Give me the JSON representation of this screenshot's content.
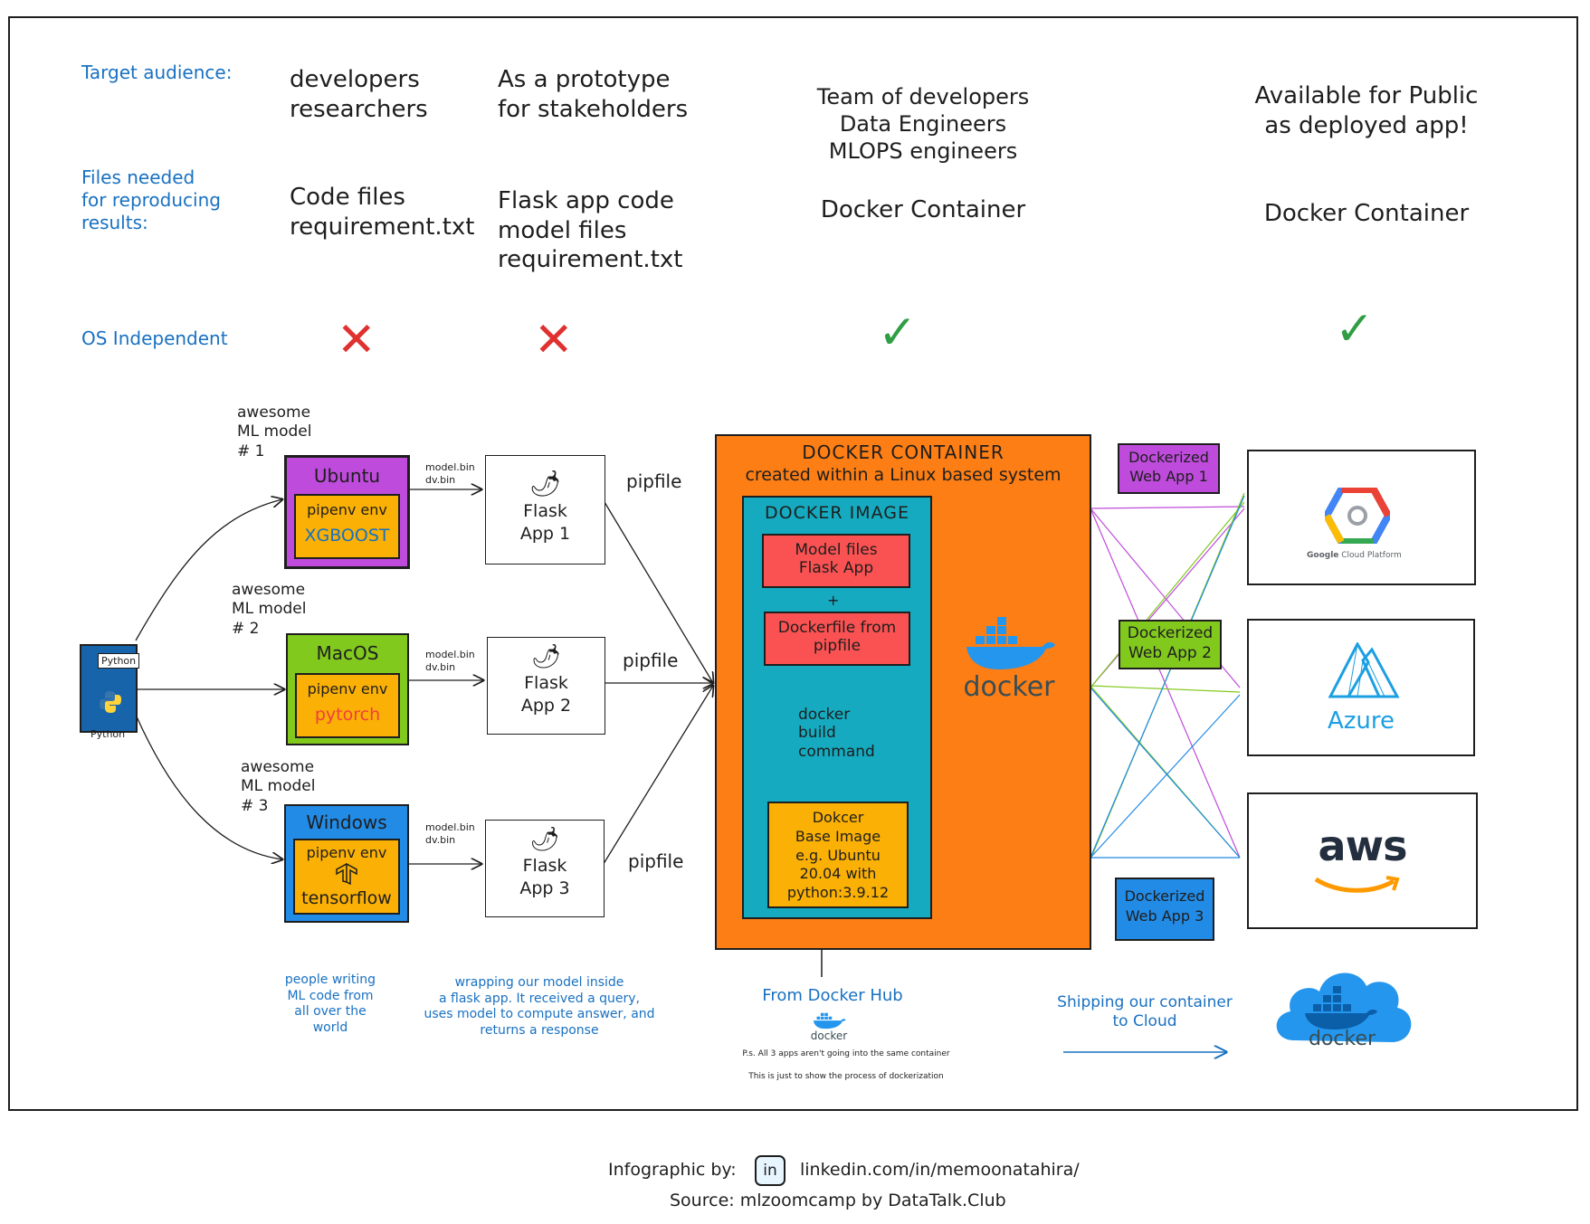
{
  "rows": {
    "target_audience": {
      "label": "Target audience:",
      "col1": "developers\nresearchers",
      "col2": "As a prototype\nfor stakeholders",
      "col3": "Team of developers\nData Engineers\nMLOPS engineers",
      "col4": "Available for Public\nas deployed app!"
    },
    "files_needed": {
      "label": "Files needed\nfor reproducing\nresults:",
      "col1": "Code files\nrequirement.txt",
      "col2": "Flask app code\nmodel files\nrequirement.txt",
      "col3": "Docker Container",
      "col4": "Docker Container"
    },
    "os_independent": {
      "label": "OS Independent",
      "col1": "✕",
      "col2": "✕",
      "col3": "✓",
      "col4": "✓"
    }
  },
  "python": {
    "tag": "Python",
    "label": "Python"
  },
  "models": [
    {
      "caption": "awesome\nML model\n# 1",
      "os": "Ubuntu",
      "env": "pipenv env",
      "lib": "XGBOOST",
      "color": "#be4bdb",
      "lib_color": "#1971c2",
      "artifacts": "model.bin\ndv.bin",
      "flask": "Flask\nApp 1",
      "pipfile": "pipfile"
    },
    {
      "caption": "awesome\nML model\n# 2",
      "os": "MacOS",
      "env": "pipenv env",
      "lib": "pytorch",
      "color": "#82c91e",
      "lib_color": "#f03e3e",
      "artifacts": "model.bin\ndv.bin",
      "flask": "Flask\nApp 2",
      "pipfile": "pipfile"
    },
    {
      "caption": "awesome\nML model\n# 3",
      "os": "Windows",
      "env": "pipenv env",
      "lib": "tensorflow",
      "color": "#228be6",
      "lib_color": "#1e1e1e",
      "artifacts": "model.bin\ndv.bin",
      "flask": "Flask\nApp 3",
      "pipfile": "pipfile"
    }
  ],
  "docker_container": {
    "title": "DOCKER CONTAINER",
    "subtitle": "created within a Linux based system",
    "image_title": "DOCKER IMAGE",
    "model_files": "Model files\nFlask App",
    "plus": "+",
    "dockerfile": "Dockerfile from\npipfile",
    "build": "docker\nbuild\ncommand",
    "base_image": "Dokcer\nBase Image\ne.g. Ubuntu\n20.04 with\npython:3.9.12",
    "logo_text": "docker"
  },
  "web_apps": [
    {
      "label": "Dockerized\nWeb App 1",
      "color": "#be4bdb"
    },
    {
      "label": "Dockerized\nWeb App 2",
      "color": "#82c91e"
    },
    {
      "label": "Dockerized\nWeb App 3",
      "color": "#228be6"
    }
  ],
  "clouds": {
    "gcp_google": "Google",
    "gcp_rest": "Cloud Platform",
    "azure": "Azure",
    "aws": "aws"
  },
  "notes": {
    "people": "people writing\nML code from\nall over the\nworld",
    "wrapping": "wrapping our model inside\na flask app. It received a query,\nuses model to compute answer, and\nreturns a response",
    "hub": "From Docker Hub",
    "hub_logo": "docker",
    "ps1": "P.s. All 3 apps aren't going into the same container",
    "ps2": "This is just to show the process of dockerization",
    "shipping": "Shipping our container\nto Cloud",
    "cloud_logo": "docker"
  },
  "footer": {
    "infographic_label": "Infographic by:",
    "linkedin_icon": "in",
    "linkedin_url": "linkedin.com/in/memoonatahira/",
    "source": "Source: mlzoomcamp by DataTalk.Club"
  },
  "colors": {
    "orange": "#fd7e14",
    "teal": "#15aabf",
    "red": "#fa5252",
    "yellow": "#fab005",
    "blue": "#1971c2",
    "docker_blue": "#2496ed"
  }
}
